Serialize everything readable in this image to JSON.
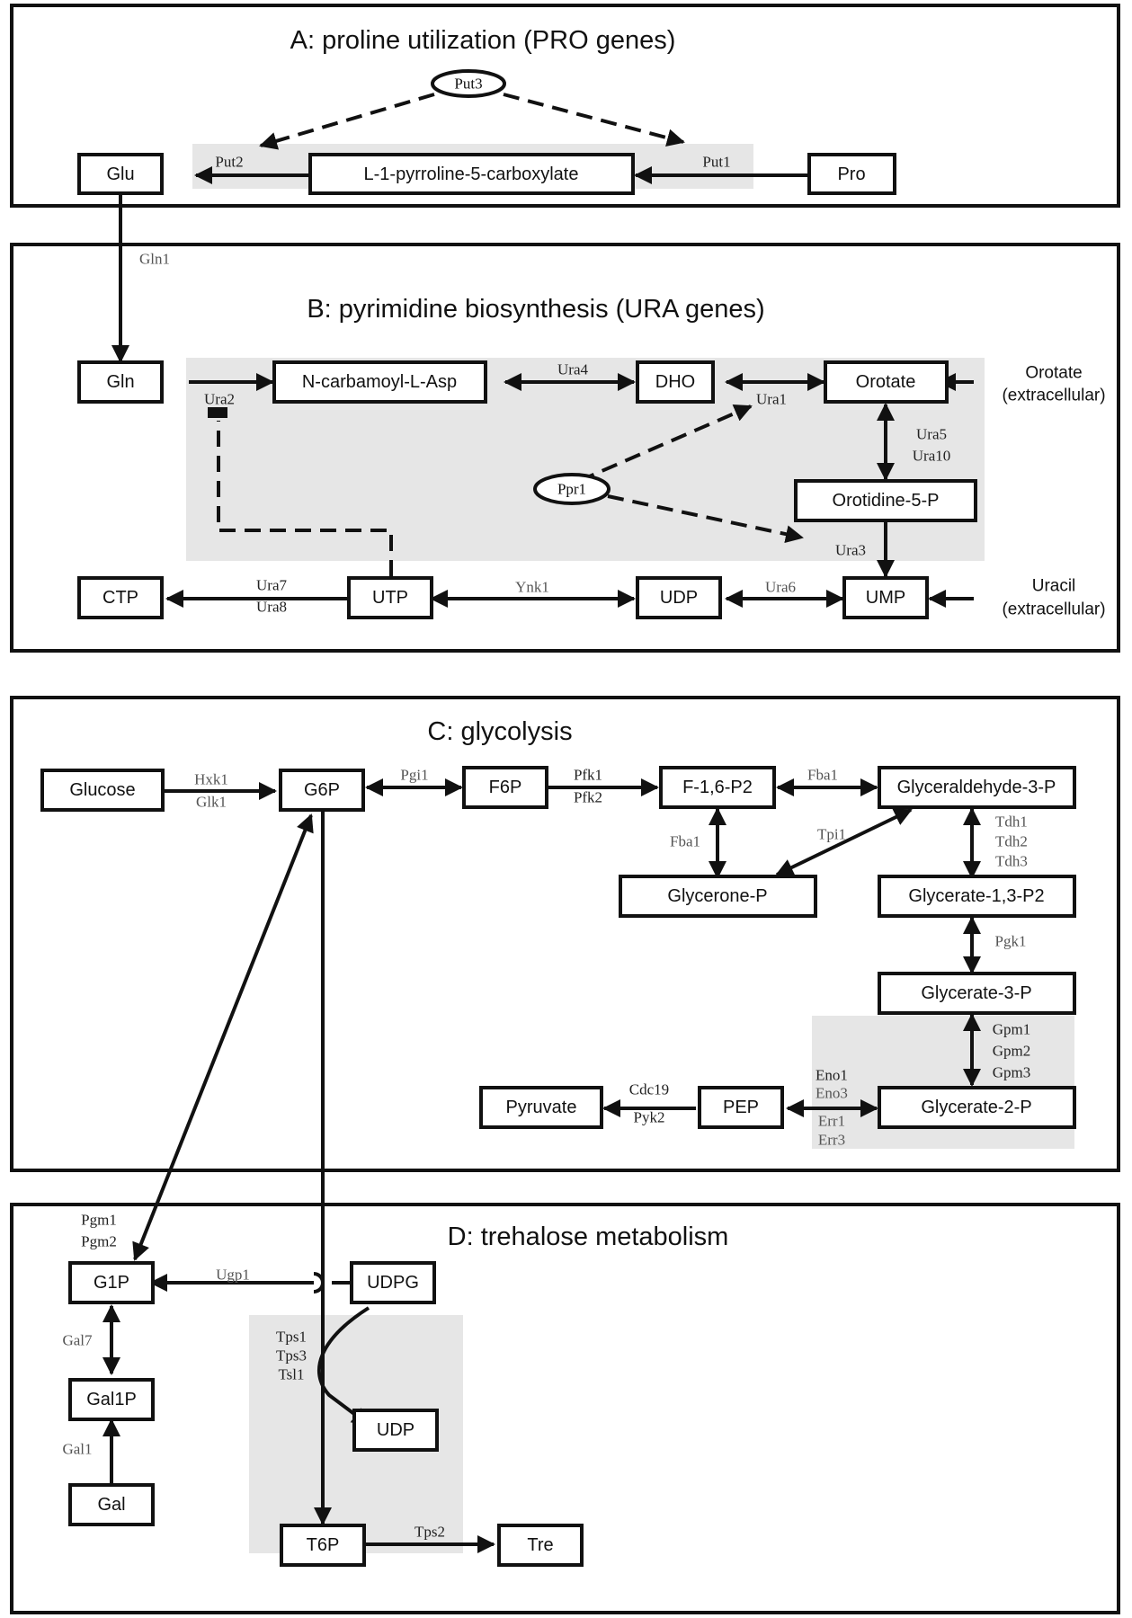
{
  "panels": {
    "A": {
      "title": "A: proline utilization (PRO genes)"
    },
    "B": {
      "title": "B: pyrimidine biosynthesis (URA genes)"
    },
    "C": {
      "title": "C: glycolysis"
    },
    "D": {
      "title": "D: trehalose metabolism"
    }
  },
  "nodes": {
    "glu": "Glu",
    "p5c": "L-1-pyrroline-5-carboxylate",
    "pro": "Pro",
    "gln": "Gln",
    "ncasp": "N-carbamoyl-L-Asp",
    "dho": "DHO",
    "orotate": "Orotate",
    "o5p": "Orotidine-5-P",
    "ctp": "CTP",
    "utp": "UTP",
    "udp_b": "UDP",
    "ump": "UMP",
    "glucose": "Glucose",
    "g6p": "G6P",
    "f6p": "F6P",
    "f16p2": "F-1,6-P2",
    "gap": "Glyceraldehyde-3-P",
    "glycerone": "Glycerone-P",
    "g13p2": "Glycerate-1,3-P2",
    "g3p": "Glycerate-3-P",
    "g2p": "Glycerate-2-P",
    "pep": "PEP",
    "pyruvate": "Pyruvate",
    "g1p": "G1P",
    "udpg": "UDPG",
    "gal1p": "Gal1P",
    "gal": "Gal",
    "udp_d": "UDP",
    "t6p": "T6P",
    "tre": "Tre"
  },
  "regulators": {
    "put3": "Put3",
    "ppr1": "Ppr1"
  },
  "external": {
    "orotate_1": "Orotate",
    "orotate_2": "(extracellular)",
    "uracil_1": "Uracil",
    "uracil_2": "(extracellular)"
  },
  "enzymes": {
    "put2": "Put2",
    "put1": "Put1",
    "gln1": "Gln1",
    "ura2": "Ura2",
    "ura4": "Ura4",
    "ura1": "Ura1",
    "ura5": "Ura5",
    "ura10": "Ura10",
    "ura3": "Ura3",
    "ura7": "Ura7",
    "ura8": "Ura8",
    "ynk1": "Ynk1",
    "ura6": "Ura6",
    "hxk1": "Hxk1",
    "glk1": "Glk1",
    "pgi1": "Pgi1",
    "pfk1": "Pfk1",
    "pfk2": "Pfk2",
    "fba1_a": "Fba1",
    "fba1_b": "Fba1",
    "tpi1": "Tpi1",
    "tdh1": "Tdh1",
    "tdh2": "Tdh2",
    "tdh3": "Tdh3",
    "pgk1": "Pgk1",
    "gpm1": "Gpm1",
    "gpm2": "Gpm2",
    "gpm3": "Gpm3",
    "eno1": "Eno1",
    "eno3": "Eno3",
    "err1": "Err1",
    "err3": "Err3",
    "cdc19": "Cdc19",
    "pyk2": "Pyk2",
    "pgm1": "Pgm1",
    "pgm2": "Pgm2",
    "ugp1": "Ugp1",
    "gal7": "Gal7",
    "gal1": "Gal1",
    "tps1": "Tps1",
    "tps3": "Tps3",
    "tsl1": "Tsl1",
    "tps2": "Tps2"
  }
}
